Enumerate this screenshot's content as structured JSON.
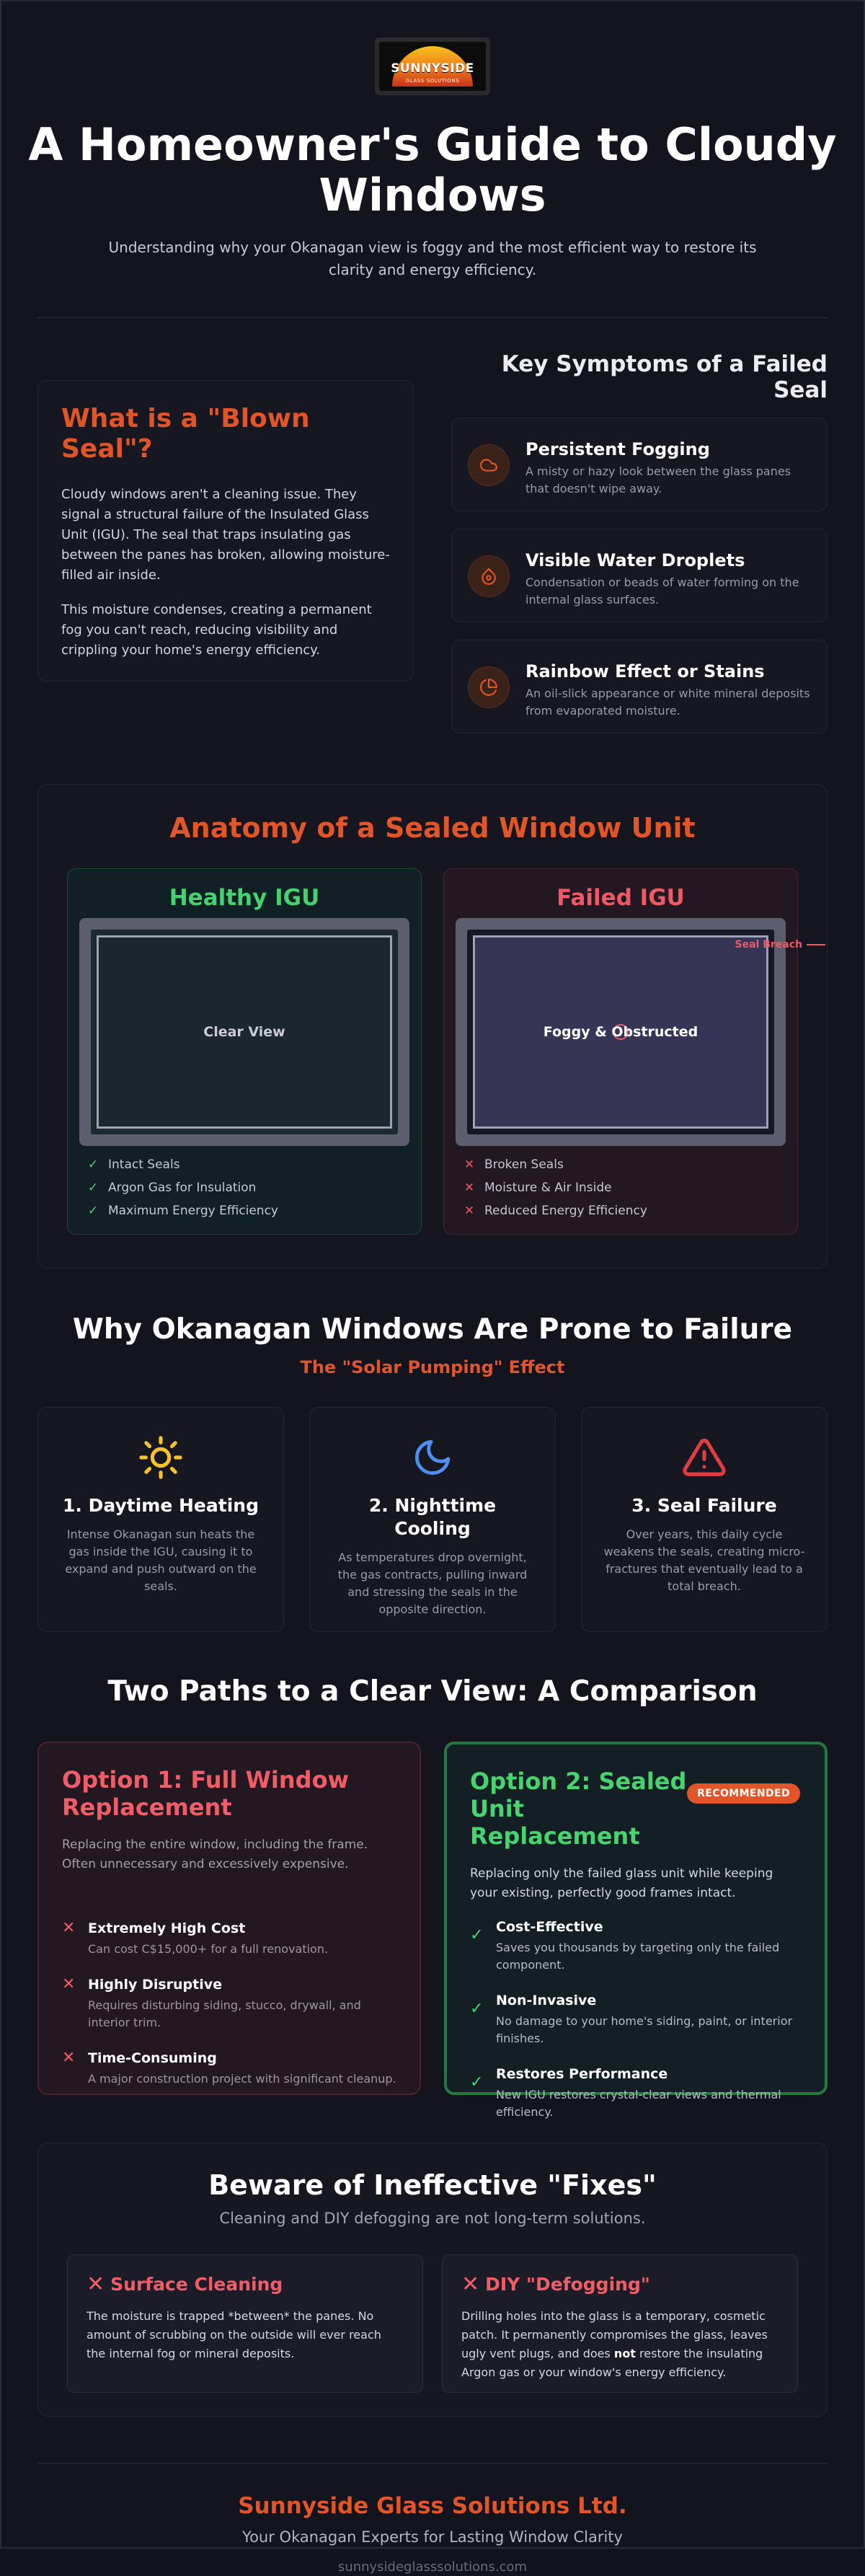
{
  "header": {
    "logo_title": "SUNNYSIDE",
    "logo_sub": "GLASS SOLUTIONS",
    "title": "A Homeowner's Guide to Cloudy Windows",
    "subtitle": "Understanding why your Okanagan view is foggy and the most efficient way to restore its clarity and energy efficiency."
  },
  "blown": {
    "title": "What is a \"Blown Seal\"?",
    "p1": "Cloudy windows aren't a cleaning issue. They signal a structural failure of the Insulated Glass Unit (IGU). The seal that traps insulating gas between the panes has broken, allowing moisture-filled air inside.",
    "p2": "This moisture condenses, creating a permanent fog you can't reach, reducing visibility and crippling your home's energy efficiency."
  },
  "symptoms": {
    "title": "Key Symptoms of a Failed Seal",
    "items": [
      {
        "title": "Persistent Fogging",
        "desc": "A misty or hazy look between the glass panes that doesn't wipe away.",
        "icon": "cloud-icon"
      },
      {
        "title": "Visible Water Droplets",
        "desc": "Condensation or beads of water forming on the internal glass surfaces.",
        "icon": "droplet-icon"
      },
      {
        "title": "Rainbow Effect or Stains",
        "desc": "An oil-slick appearance or white mineral deposits from evaporated moisture.",
        "icon": "pie-icon"
      }
    ]
  },
  "anatomy": {
    "title": "Anatomy of a Sealed Window Unit",
    "healthy": {
      "title": "Healthy IGU",
      "pane_label": "Clear View",
      "items": [
        "Intact Seals",
        "Argon Gas for Insulation",
        "Maximum Energy Efficiency"
      ]
    },
    "failed": {
      "title": "Failed IGU",
      "pane_label": "Foggy & Obstructed",
      "breach_label": "Seal Breach",
      "items": [
        "Broken Seals",
        "Moisture & Air Inside",
        "Reduced Energy Efficiency"
      ]
    }
  },
  "okanagan": {
    "title": "Why Okanagan Windows Are Prone to Failure",
    "effect": "The \"Solar Pumping\" Effect",
    "steps": [
      {
        "title": "1. Daytime Heating",
        "desc": "Intense Okanagan sun heats the gas inside the IGU, causing it to expand and push outward on the seals.",
        "icon": "sun-icon",
        "color": "#f6c12b"
      },
      {
        "title": "2. Nighttime Cooling",
        "desc": "As temperatures drop overnight, the gas contracts, pulling inward and stressing the seals in the opposite direction.",
        "icon": "moon-icon",
        "color": "#4f8ff0"
      },
      {
        "title": "3. Seal Failure",
        "desc": "Over years, this daily cycle weakens the seals, creating micro-fractures that eventually lead to a total breach.",
        "icon": "warning-icon",
        "color": "#e23c44"
      }
    ]
  },
  "comparison": {
    "title": "Two Paths to a Clear View: A Comparison",
    "option1": {
      "title": "Option 1: Full Window Replacement",
      "desc": "Replacing the entire window, including the frame. Often unnecessary and excessively expensive.",
      "points": [
        {
          "title": "Extremely High Cost",
          "desc": "Can cost C$15,000+ for a full renovation."
        },
        {
          "title": "Highly Disruptive",
          "desc": "Requires disturbing siding, stucco, drywall, and interior trim."
        },
        {
          "title": "Time-Consuming",
          "desc": "A major construction project with significant cleanup."
        }
      ]
    },
    "option2": {
      "title": "Option 2: Sealed Unit Replacement",
      "badge": "RECOMMENDED",
      "desc": "Replacing only the failed glass unit while keeping your existing, perfectly good frames intact.",
      "points": [
        {
          "title": "Cost-Effective",
          "desc": "Saves you thousands by targeting only the failed component."
        },
        {
          "title": "Non-Invasive",
          "desc": "No damage to your home's siding, paint, or interior finishes."
        },
        {
          "title": "Restores Performance",
          "desc": "New IGU restores crystal-clear views and thermal efficiency."
        }
      ]
    }
  },
  "beware": {
    "title": "Beware of Ineffective \"Fixes\"",
    "subtitle": "Cleaning and DIY defogging are not long-term solutions.",
    "fix1": {
      "title": "Surface Cleaning",
      "desc": "The moisture is trapped *between* the panes. No amount of scrubbing on the outside will ever reach the internal fog or mineral deposits."
    },
    "fix2": {
      "title": "DIY \"Defogging\"",
      "desc_a": "Drilling holes into the glass is a temporary, cosmetic patch. It permanently compromises the glass, leaves ugly vent plugs, and does ",
      "desc_bold": "not",
      "desc_b": " restore the insulating Argon gas or your window's energy efficiency."
    }
  },
  "footer": {
    "company": "Sunnyside Glass Solutions Ltd.",
    "tagline": "Your Okanagan Experts for Lasting Window Clarity",
    "url": "sunnysideglasssolutions.com"
  },
  "colors": {
    "accent": "#e25528",
    "good": "#45d16e",
    "bad": "#ef5966",
    "background": "#14141f"
  }
}
